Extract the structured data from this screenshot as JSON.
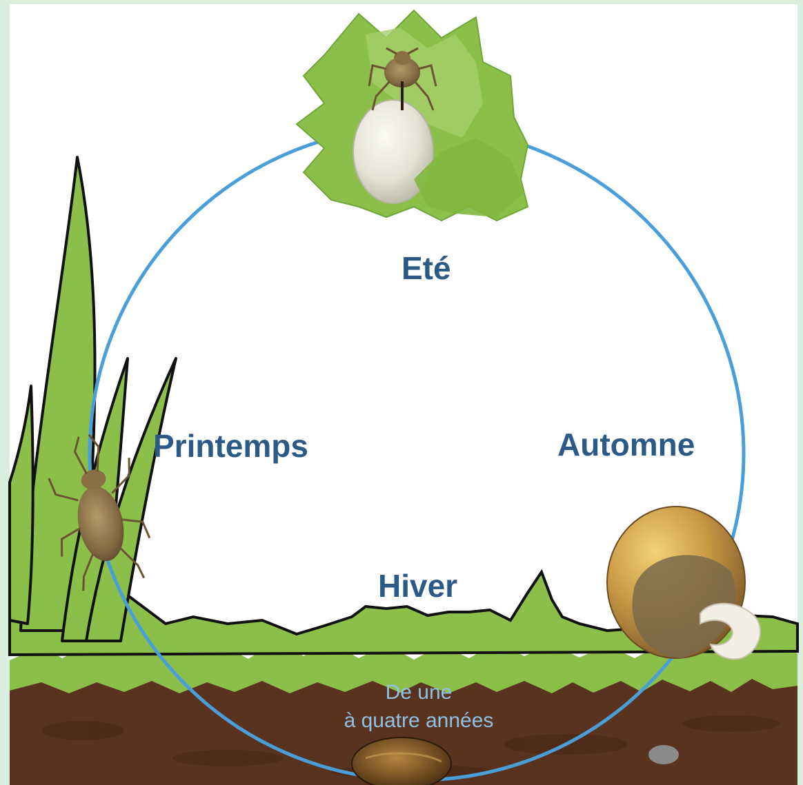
{
  "seasons": {
    "summer": "Eté",
    "autumn": "Automne",
    "winter": "Hiver",
    "spring": "Printemps"
  },
  "soil_note": {
    "line1": "De une",
    "line2": "à quatre années"
  },
  "colors": {
    "frame": "#d9eedc",
    "canvas": "#ffffff",
    "cycle_ring": "#4a9fd8",
    "season_text": "#2a5a85",
    "soil_text": "#8fc1e3",
    "grass": "#8cbf4a",
    "grass_dark": "#5f9a2e",
    "soil": "#5a3220"
  }
}
